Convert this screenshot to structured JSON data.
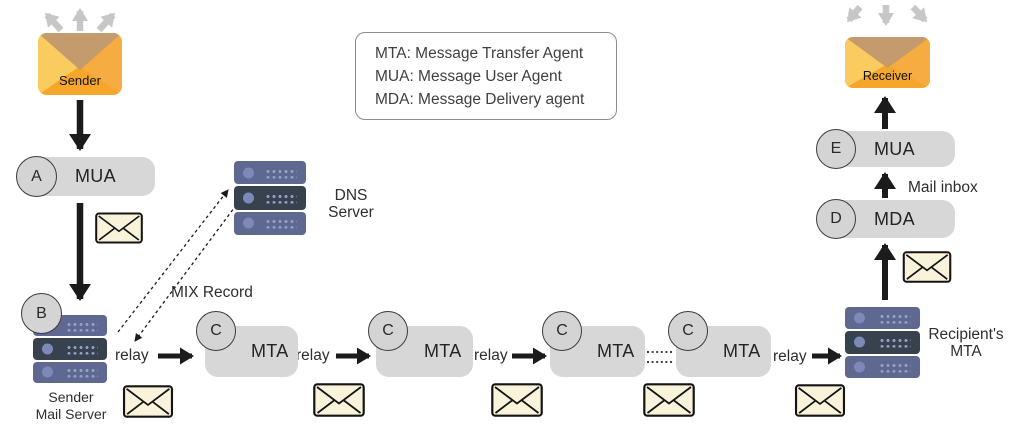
{
  "colors": {
    "pill_gray": "#d7d7d8",
    "badge_gray": "#d4d4d5",
    "server_light": "#5e6890",
    "server_dark": "#37424e",
    "server_led": "#7e89ba",
    "envelope_cream": "#faf3db",
    "envelope_orange_base": "#f5a62b",
    "envelope_orange_left": "#facb5f",
    "envelope_orange_right": "#f6ac41",
    "envelope_flap_tan": "#c49b6c",
    "arrow_black": "#1b1b1b",
    "arrow_gray": "#c7c7c7"
  },
  "legend": {
    "lines": [
      "MTA: Message Transfer Agent",
      "MUA: Message User Agent",
      "MDA: Message Delivery agent"
    ]
  },
  "sender": {
    "label": "Sender"
  },
  "receiver": {
    "label": "Receiver"
  },
  "mua_a": {
    "letter": "A",
    "label": "MUA"
  },
  "mail_server": {
    "letter": "B",
    "line1": "Sender",
    "line2": "Mail Server"
  },
  "dns": {
    "line1": "DNS",
    "line2": "Server"
  },
  "mix_record": "MIX Record",
  "relays": [
    "relay",
    "relay",
    "relay",
    "relay"
  ],
  "mta_chain": [
    {
      "letter": "C",
      "label": "MTA"
    },
    {
      "letter": "C",
      "label": "MTA"
    },
    {
      "letter": "C",
      "label": "MTA"
    },
    {
      "letter": "C",
      "label": "MTA"
    }
  ],
  "recipient": {
    "line1": "Recipient's",
    "line2": "MTA"
  },
  "mda": {
    "letter": "D",
    "label": "MDA"
  },
  "mua_e": {
    "letter": "E",
    "label": "MUA"
  },
  "mail_inbox": "Mail inbox"
}
